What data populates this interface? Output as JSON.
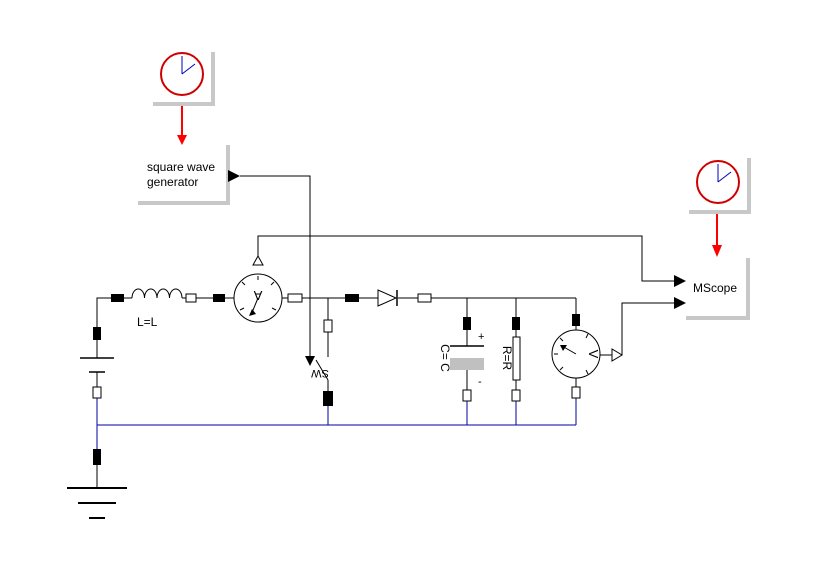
{
  "blocks": {
    "square_wave": {
      "line1": "square wave",
      "line2": "generator"
    },
    "mscope": {
      "label": "MScope"
    }
  },
  "components": {
    "inductor": "L=L",
    "capacitor": "C= C",
    "resistor": "R=R",
    "switch": "SW",
    "plus": "+",
    "minus": "-",
    "ammeter_glyph": "A",
    "voltmeter_glyph": "V"
  },
  "colors": {
    "electrical_wire": "#0000a0",
    "clock_face": "#d00000",
    "clock_hands": "#0000c0",
    "activation_arrow": "#ff0000",
    "block_shadow": "#c8c8c8",
    "capacitor_fill": "#c0c0c0"
  },
  "icons": [
    "clock-icon",
    "ammeter-icon",
    "voltmeter-icon",
    "diode-icon",
    "ground-icon",
    "battery-icon"
  ]
}
